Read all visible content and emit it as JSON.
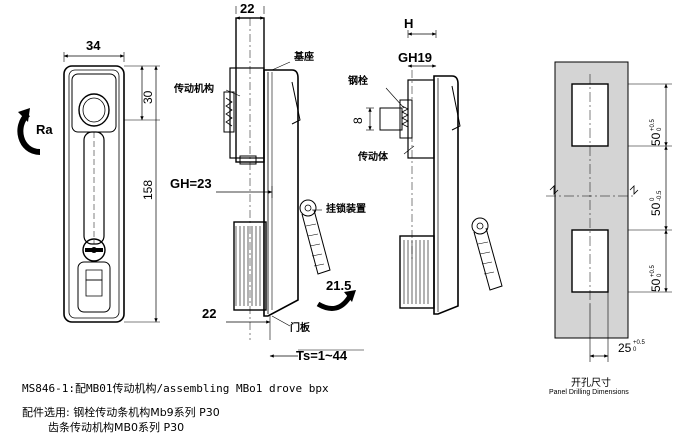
{
  "caption": {
    "line1": "MS846-1:配MB01传动机构/assembling MBo1 drove bpx",
    "line2": "配件选用: 钢栓传动条机构Mb9系列 P30",
    "line3": "齿条传动机构MB0系列 P30"
  },
  "front_view": {
    "width": "34",
    "top_offset": "30",
    "height": "158",
    "rotation": "Ra"
  },
  "side_view": {
    "top_width": "22",
    "label_base": "基座",
    "label_mechanism": "传动机构",
    "gh": "GH=23",
    "label_hook": "挂锁装置",
    "angle": "21.5",
    "bottom_width": "22",
    "label_door": "门板",
    "ts": "Ts=1~44"
  },
  "bolt_view": {
    "h": "H",
    "gh19": "GH19",
    "label_bolt": "钢栓",
    "size8": "8",
    "label_driver": "传动体"
  },
  "cutout": {
    "dim_top": "50",
    "tol_top_plus": "+0.5",
    "tol_top_zero": "0",
    "dim_mid": "50",
    "tol_mid_zero": "0",
    "tol_mid_minus": "-0.5",
    "dim_bot": "50",
    "tol_bot_plus": "+0.5",
    "tol_bot_zero": "0",
    "dim_width": "25",
    "tol_w_plus": "+0.5",
    "tol_w_zero": "0",
    "title": "开孔尺寸",
    "title_en": "Panel Drilling Dimensions"
  }
}
